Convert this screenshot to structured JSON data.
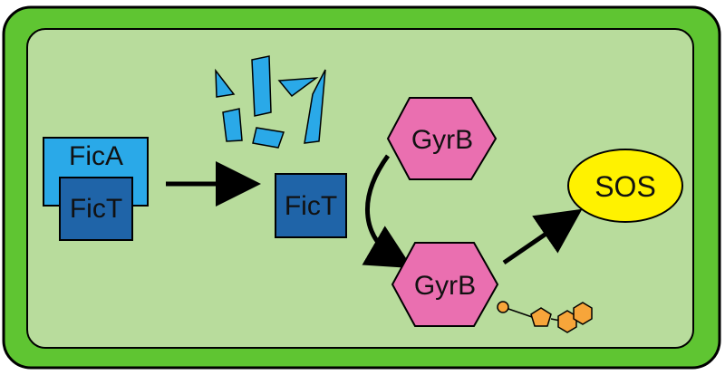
{
  "labels": {
    "fica": "FicA",
    "fict_bound": "FicT",
    "fict_free": "FicT",
    "gyrb_top": "GyrB",
    "gyrb_bottom": "GyrB",
    "sos": "SOS"
  },
  "colors": {
    "cell_wall": "#5fc532",
    "cytoplasm": "#b8dc9c",
    "fica": "#2aa9e8",
    "fict": "#1f64a8",
    "fragments": "#2aa9e8",
    "gyrb": "#ea6fb0",
    "sos": "#fff200",
    "modification": "#f7a53a",
    "outline": "#000000"
  }
}
